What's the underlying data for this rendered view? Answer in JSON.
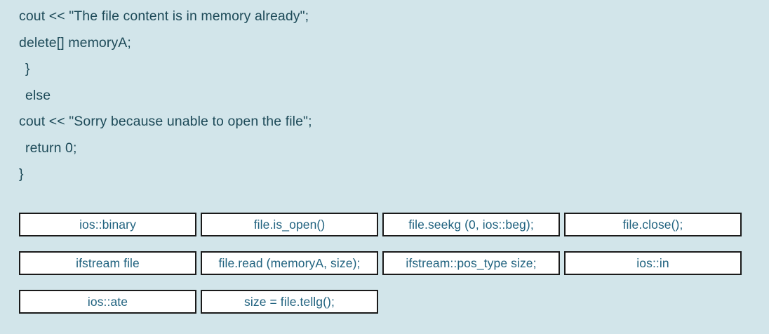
{
  "slide": {
    "background_color": "#d2e5ea",
    "code_text_color": "#1d4a58",
    "tile_text_color": "#20627f",
    "tile_fill_color": "#ffffff",
    "tile_border_color": "#1a1a1a"
  },
  "code": {
    "lines": [
      {
        "text": "cout << \"The file content is in memory already\";",
        "indent": 0
      },
      {
        "text": "delete[] memoryA;",
        "indent": 0
      },
      {
        "text": "}",
        "indent": 1
      },
      {
        "text": "else",
        "indent": 1
      },
      {
        "text": "cout << \"Sorry because unable to open the file\";",
        "indent": 0
      },
      {
        "text": "return 0;",
        "indent": 1
      },
      {
        "text": "}",
        "indent": 0
      }
    ]
  },
  "tiles": {
    "rows": [
      {
        "cells": [
          "ios::binary",
          "file.is_open()",
          "file.seekg (0, ios::beg);",
          "file.close();"
        ]
      },
      {
        "cells": [
          "ifstream file",
          "file.read (memoryA, size);",
          "ifstream::pos_type size;",
          "ios::in"
        ]
      },
      {
        "cells": [
          "ios::ate",
          "size = file.tellg();"
        ]
      }
    ]
  }
}
